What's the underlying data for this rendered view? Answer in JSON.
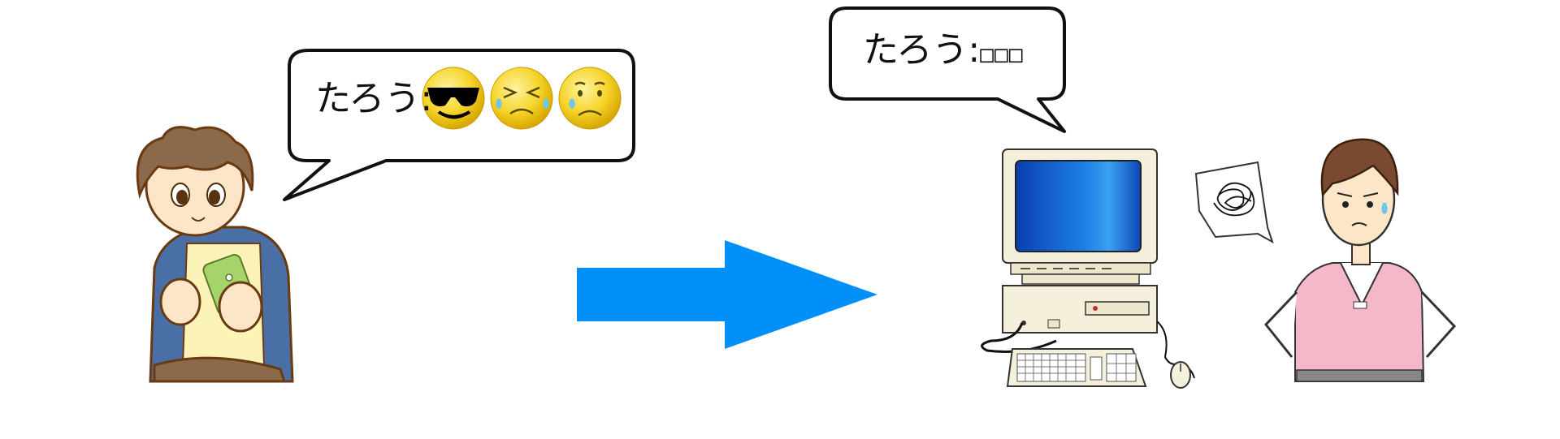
{
  "left_bubble": {
    "speaker": "たろう:",
    "emojis": [
      "sunglasses-emoji",
      "tearful-squint-emoji",
      "sad-emoji"
    ]
  },
  "right_bubble": {
    "speaker": "たろう:",
    "garbled": "□□□"
  },
  "colors": {
    "arrow": "#0090f8",
    "monitor_screen": "#1a5fd0",
    "emoji_yellow": "#f5d020",
    "jacket": "#4a6fa6",
    "vest": "#f4b8c8"
  }
}
